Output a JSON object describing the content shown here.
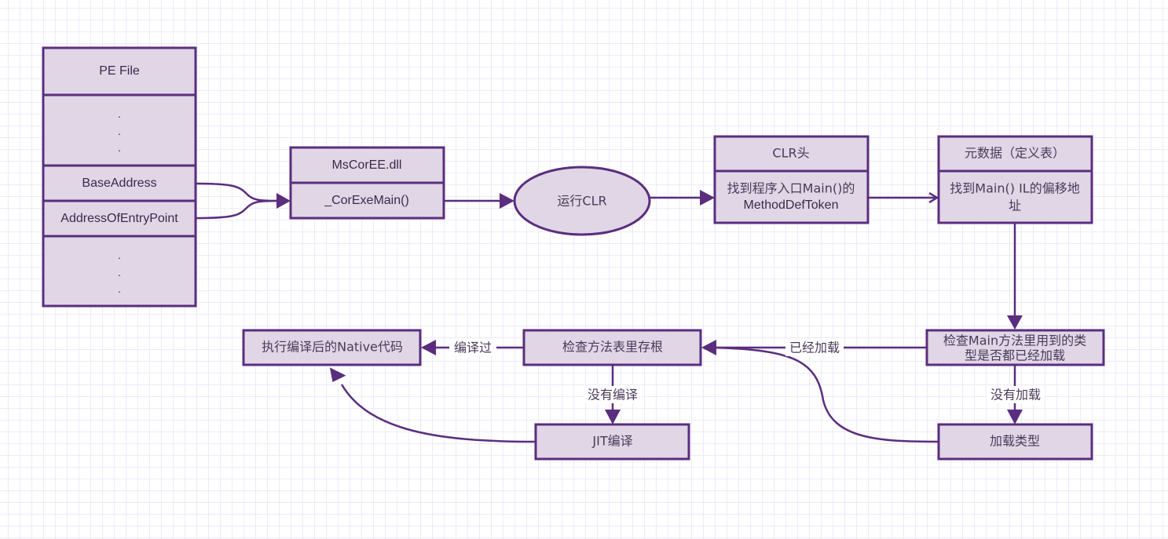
{
  "diagram": {
    "title": "CLR program startup flow",
    "colors": {
      "stroke": "#5b2d7f",
      "fill": "#e0d6e6",
      "text": "#3b2a4a",
      "grid": "#ececfb"
    },
    "pe_file": {
      "header": "PE File",
      "ellipsis_top": [
        "·",
        "·",
        "·"
      ],
      "base_address": "BaseAddress",
      "entry_point": "AddressOfEntryPoint",
      "ellipsis_bottom": [
        "·",
        "·",
        "·"
      ]
    },
    "mscoree": {
      "header": "MsCorEE.dll",
      "body": "_CorExeMain()"
    },
    "run_clr": {
      "label": "运行CLR"
    },
    "clr_header": {
      "header": "CLR头",
      "body_line1": "找到程序入口Main()的",
      "body_line2": "MethodDefToken"
    },
    "metadata": {
      "header": "元数据（定义表）",
      "body_line1": "找到Main() IL的偏移地",
      "body_line2": "址"
    },
    "check_types": {
      "line1": "检查Main方法里用到的类",
      "line2": "型是否都已经加载"
    },
    "load_types": {
      "label": "加载类型"
    },
    "check_stub": {
      "label": "检查方法表里存根"
    },
    "jit": {
      "label": "JIT编译"
    },
    "exec_native": {
      "label": "执行编译后的Native代码"
    },
    "edge_labels": {
      "loaded": "已经加载",
      "not_loaded": "没有加载",
      "compiled": "编译过",
      "not_compiled": "没有编译"
    }
  }
}
